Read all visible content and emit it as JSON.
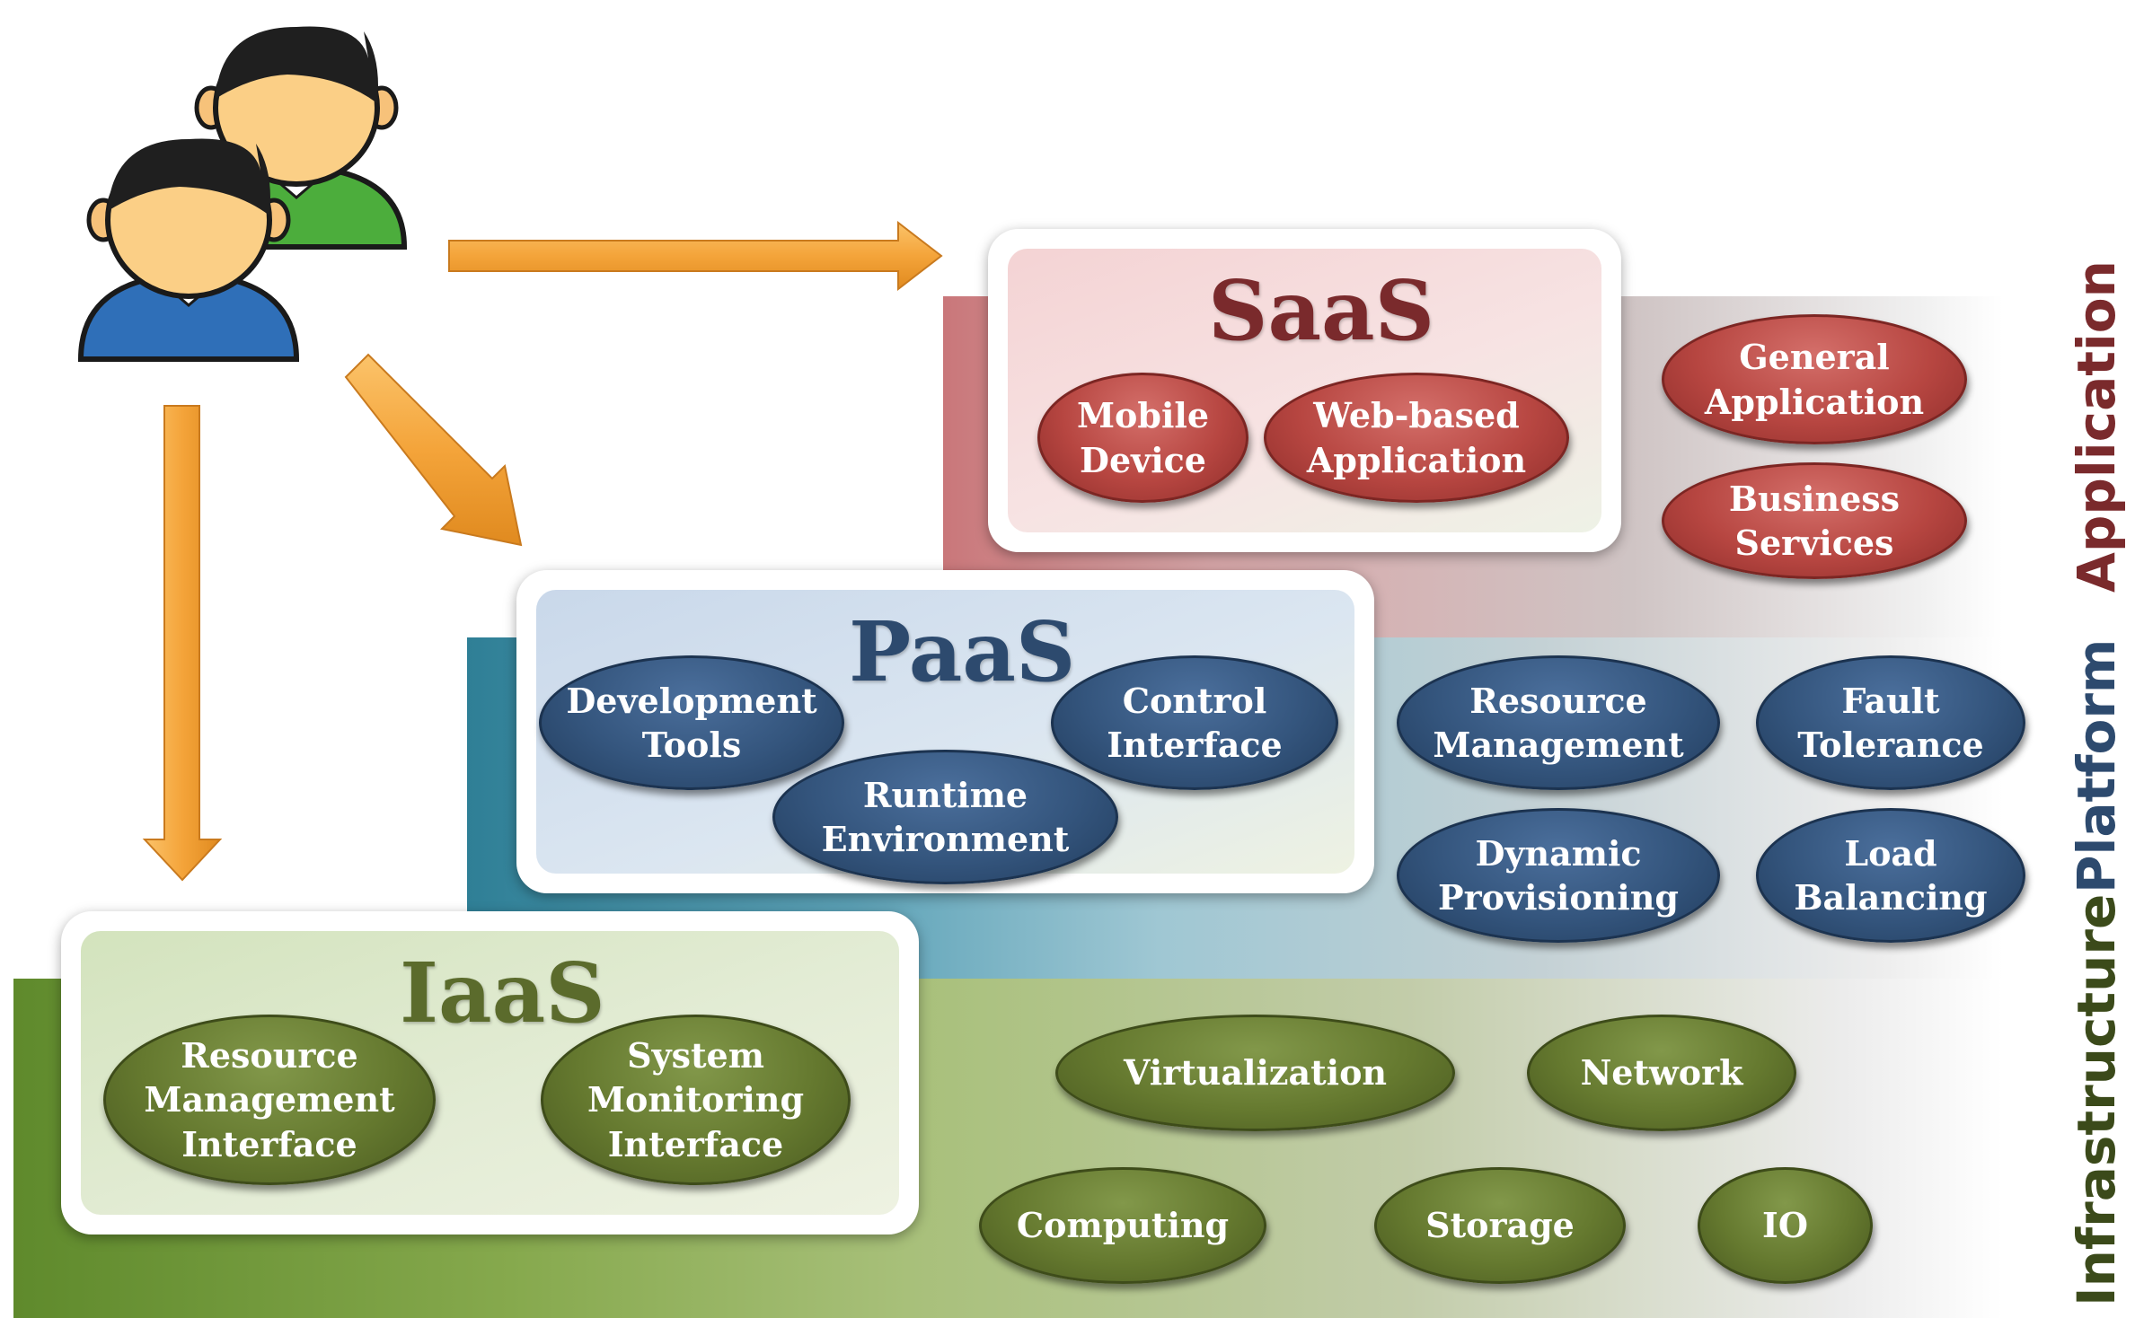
{
  "layers": {
    "application": "Application",
    "platform": "Platform",
    "infrastructure": "Infrastructure"
  },
  "saas": {
    "title": "SaaS",
    "items": [
      "Mobile\nDevice",
      "Web-based\nApplication"
    ],
    "side_items": [
      "General\nApplication",
      "Business\nServices"
    ]
  },
  "paas": {
    "title": "PaaS",
    "items": [
      "Development\nTools",
      "Control\nInterface",
      "Runtime\nEnvironment"
    ],
    "side_items": [
      "Resource\nManagement",
      "Fault\nTolerance",
      "Dynamic\nProvisioning",
      "Load\nBalancing"
    ]
  },
  "iaas": {
    "title": "IaaS",
    "items": [
      "Resource\nManagement\nInterface",
      "System\nMonitoring\nInterface"
    ],
    "side_items": [
      "Virtualization",
      "Network",
      "Computing",
      "Storage",
      "IO"
    ]
  },
  "colors": {
    "saas": "#b74641",
    "paas": "#34557d",
    "iaas": "#65792f",
    "arrow": "#f4a43a"
  },
  "icons": [
    "users-icon",
    "arrow-right-icon",
    "arrow-diagonal-icon",
    "arrow-down-icon"
  ]
}
